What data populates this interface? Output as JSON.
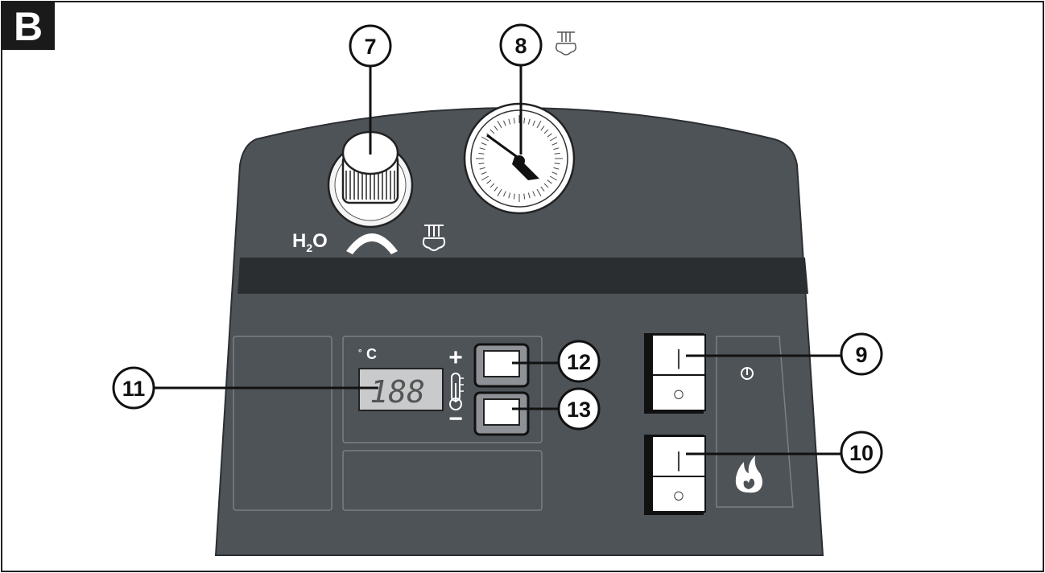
{
  "figure_label": "B",
  "callouts": {
    "c7": "7",
    "c8": "8",
    "c9": "9",
    "c10": "10",
    "c11": "11",
    "c12": "12",
    "c13": "13"
  },
  "knob": {
    "water_label_h": "H",
    "water_label_sub": "2",
    "water_label_o": "O",
    "steam_icon": "steam-tap-icon"
  },
  "thermostat": {
    "unit_degree": "°",
    "unit_c": "C",
    "display_value": "188",
    "plus": "+",
    "minus": "−",
    "thermometer_icon": "thermometer-icon"
  },
  "switches": {
    "on_symbol": "|",
    "off_symbol": "○",
    "power_icon": "power-icon",
    "flame_icon": "flame-icon"
  },
  "colors": {
    "panel": "#4e5358",
    "band": "#2b2e31",
    "panel_line": "#7b8086",
    "lcd": "#c9cacb"
  }
}
